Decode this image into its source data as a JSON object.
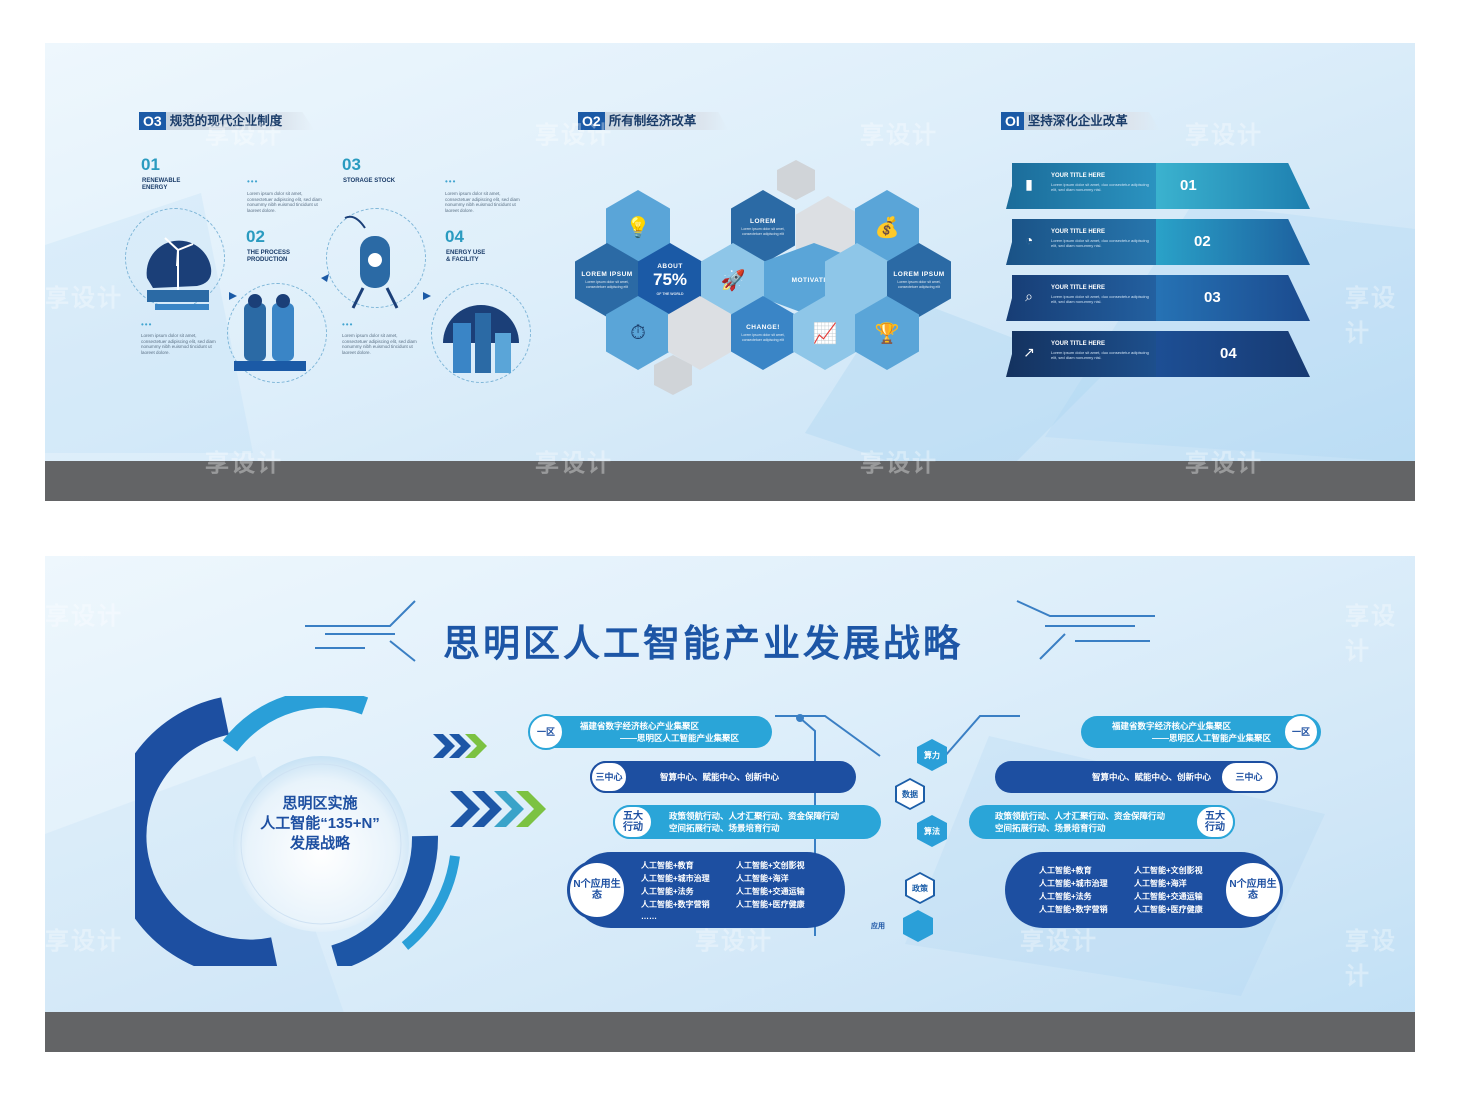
{
  "board1": {
    "section3": {
      "num": "O3",
      "title": "规范的现代企业制度"
    },
    "section2": {
      "num": "O2",
      "title": "所有制经济改革"
    },
    "section1": {
      "num": "OI",
      "title": "坚持深化企业改革"
    },
    "process": {
      "steps": [
        {
          "num": "01",
          "label_line1": "RENEWABLE",
          "label_line2": "ENERGY"
        },
        {
          "num": "02",
          "label_line1": "THE PROCESS",
          "label_line2": "PRODUCTION"
        },
        {
          "num": "03",
          "label_line1": "STORAGE STOCK",
          "label_line2": ""
        },
        {
          "num": "04",
          "label_line1": "ENERGY USE",
          "label_line2": "& FACILITY"
        }
      ],
      "dots": "•••",
      "para": "Lorem ipsum dolor sit amet, consectetuer adipiscing elit, sed diam nonummy nibh euismod tincidunt ut laoreet dolore."
    },
    "hexes": {
      "lorem_top": "LOREM",
      "lorem_left": "LOREM IPSUM",
      "about": "ABOUT",
      "percent": "75%",
      "of_world": "OF THE WORLD",
      "motivation": "MOTIVATION",
      "lorem_right": "LOREM IPSUM",
      "change": "CHANGE!",
      "small_text": "Lorem ipsum dolor sit amet, consectetuer adipiscing elit"
    },
    "ribbons": [
      {
        "num": "01",
        "title": "YOUR TITLE HERE",
        "sub": "Lorem ipsum dolor sit amet, duo consectetur adipiscing elit, sed diam nonummy nisl."
      },
      {
        "num": "02",
        "title": "YOUR TITLE HERE",
        "sub": "Lorem ipsum dolor sit amet, duo consectetur adipiscing elit, sed diam nonummy nisl."
      },
      {
        "num": "03",
        "title": "YOUR TITLE HERE",
        "sub": "Lorem ipsum dolor sit amet, duo consectetur adipiscing elit, sed diam nonummy nisl."
      },
      {
        "num": "04",
        "title": "YOUR TITLE HERE",
        "sub": "Lorem ipsum dolor sit amet, duo consectetur adipiscing elit, sed diam nonummy nisl."
      }
    ]
  },
  "board2": {
    "title": "思明区人工智能产业发展战略",
    "circle_line1": "思明区实施",
    "circle_line2": "人工智能“135+N”",
    "circle_line3": "发展战略",
    "left": {
      "zone_tag": "一区",
      "zone_line1": "福建省数字经济核心产业集聚区",
      "zone_line2": "——思明区人工智能产业集聚区",
      "center_tag": "三中心",
      "center_text": "智算中心、赋能中心、创新中心",
      "five_tag": "五大行动",
      "five_line1": "政策领航行动、人才汇聚行动、资金保障行动",
      "five_line2": "空间拓展行动、场景培育行动",
      "n_tag": "N个应用生态",
      "apps": [
        "人工智能+教育",
        "人工智能+文创影视",
        "人工智能+城市治理",
        "人工智能+海洋",
        "人工智能+法务",
        "人工智能+交通运输",
        "人工智能+数字营销",
        "人工智能+医疗健康"
      ],
      "ellipsis": "……"
    },
    "right": {
      "zone_tag": "一区",
      "zone_line1": "福建省数字经济核心产业集聚区",
      "zone_line2": "——思明区人工智能产业集聚区",
      "center_tag": "三中心",
      "center_text": "智算中心、赋能中心、创新中心",
      "five_tag": "五大行动",
      "five_line1": "政策领航行动、人才汇聚行动、资金保障行动",
      "five_line2": "空间拓展行动、场景培育行动",
      "n_tag": "N个应用生态",
      "apps": [
        "人工智能+教育",
        "人工智能+文创影视",
        "人工智能+城市治理",
        "人工智能+海洋",
        "人工智能+法务",
        "人工智能+交通运输",
        "人工智能+数字营销",
        "人工智能+医疗健康"
      ]
    },
    "chain": [
      "算力",
      "数据",
      "算法",
      "政策",
      "应用"
    ]
  },
  "watermark": "享设计",
  "colors": {
    "primary": "#1d56a6",
    "deep": "#1b3f78",
    "cyan": "#2aa5d8",
    "green": "#7cc242",
    "base": "#636466"
  },
  "icons": [
    "bulb-icon",
    "rocket-icon",
    "money-bag-icon",
    "stopwatch-icon",
    "chart-icon",
    "trophy-icon",
    "bar-chart-icon",
    "pie-icon",
    "search-icon",
    "line-chart-icon"
  ]
}
